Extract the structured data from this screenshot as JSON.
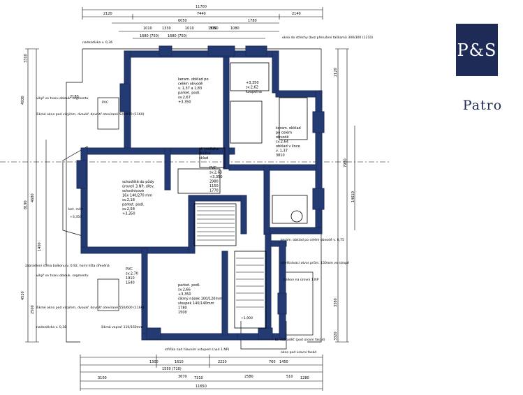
{
  "brand": {
    "logo_text": "P&S",
    "floor_label": "Patro",
    "logo_color": "#1f2b57"
  },
  "plan": {
    "wall_color": "#243a73",
    "dims_top": [
      "11700",
      "2120",
      "7440",
      "2140",
      "6050",
      "1780",
      "3050",
      "1010",
      "1330",
      "1010",
      "1330",
      "1080",
      "1680 (750)",
      "1680 (750)"
    ],
    "dims_bottom": [
      "1300",
      "1610",
      "2220",
      "760",
      "1450",
      "1550 (710)",
      "3670",
      "2580",
      "510",
      "3100",
      "7310",
      "1280",
      "11650"
    ],
    "dims_left": [
      "3310",
      "4930",
      "4680",
      "4520",
      "8190",
      "2500",
      "1400",
      "2180"
    ],
    "dims_right": [
      "2120",
      "7980",
      "14610",
      "3380",
      "3320"
    ],
    "rooms": [
      {
        "id": "room-top-left",
        "lines": [
          "keram. obklad po",
          "celém obvodě",
          "v. 1,37 a 1,83",
          "parket. podl.",
          "sv.2,67",
          "+3,350"
        ]
      },
      {
        "id": "room-bath",
        "lines": [
          "+3,350",
          "sv.2,62",
          "koupelna"
        ]
      },
      {
        "id": "room-right-mid",
        "lines": [
          "keram. obklad",
          "po celém",
          "obvodě",
          "sv.2,64",
          "obklad v lince",
          "v. 1,37",
          "3810"
        ]
      },
      {
        "id": "room-stair",
        "lines": [
          "schodiště do půdy",
          "úroveň 3.NP, dřev.",
          "schodnicové",
          "16x 140/270 mm",
          "sv.2,18",
          "parket. podl.",
          "sv.2,58",
          "+3,350"
        ]
      },
      {
        "id": "room-hall",
        "lines": [
          "PVC",
          "sv.2,63",
          "+3,350",
          "2980",
          "1150",
          "1770"
        ]
      },
      {
        "id": "room-bottom",
        "lines": [
          "parket. podl.",
          "sv.2,66",
          "+3,350",
          "šikmý násek 100/120mm",
          "sloupek 140/140mm",
          "1780",
          "1500"
        ]
      },
      {
        "id": "room-wc",
        "lines": [
          "PVC",
          "sv.2,70",
          "1910",
          "1540"
        ]
      },
      {
        "id": "room-small",
        "lines": [
          "el. podlaha",
          "dlažba",
          "sklad"
        ]
      }
    ],
    "notes_left": [
      "nadezdívka v. 0,36",
      "vikýř ve tvaru oblouk. segmentu",
      "šikmé okno pod vikýřem, dvoukř. dovnitř otevírané 520/870 (1160)",
      "PVC",
      "zábradlení stěna balkonu v. 0,92, horní lišta dřevěná",
      "vikýř ve tvaru oblouk. segmentu",
      "šikmé okno pod vikýřem, dvoukř. dovnitř otevírané 550/600 (1160)",
      "nadezdívka v. 0,38",
      "bet. mříž",
      "+3,350"
    ],
    "notes_right": [
      "okno do střechy (bez přerušení taškami) 300/300 (1210)",
      "keram. obklad po celém obvodě v. 0,75",
      "odvětrávací otvor prům. 150mm ve stropě",
      "balkon na úrovni 1.NP",
      "El. rozvaděč (pod úrovní fasád)",
      "okno pod úrovní fasád"
    ],
    "notes_bottom": [
      "šikmá vaprař 110/160mm",
      "stříška nad hlavním vstupem (nad 1.NP)",
      "+1,900"
    ]
  }
}
